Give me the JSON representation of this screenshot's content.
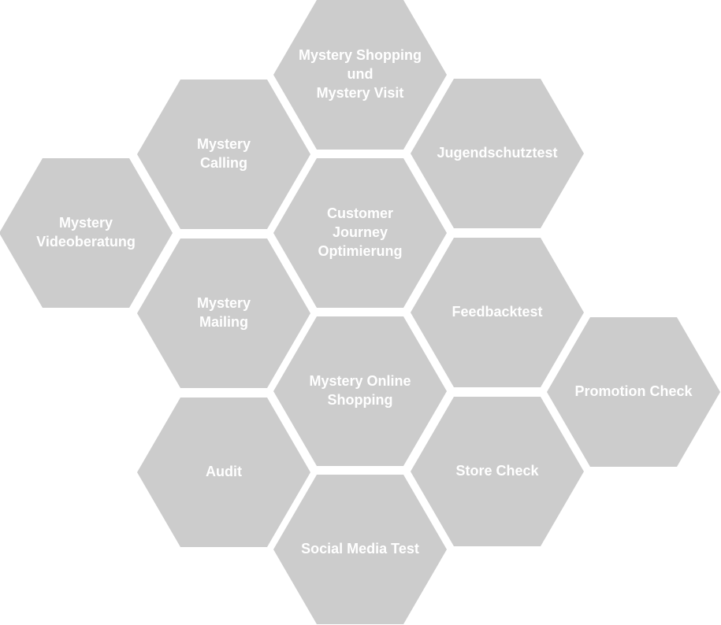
{
  "diagram": {
    "hex_fill": "#cccccc",
    "label_color": "#ffffff",
    "background": "#ffffff",
    "hexagons": [
      {
        "id": "mystery-shopping-visit",
        "lines": [
          "Mystery Shopping",
          "und",
          "Mystery Visit"
        ]
      },
      {
        "id": "mystery-calling",
        "lines": [
          "Mystery",
          "Calling"
        ]
      },
      {
        "id": "jugendschutztest",
        "lines": [
          "Jugendschutztest"
        ]
      },
      {
        "id": "mystery-videoberatung",
        "lines": [
          "Mystery",
          "Videoberatung"
        ]
      },
      {
        "id": "customer-journey-optimierung",
        "lines": [
          "Customer",
          "Journey",
          "Optimierung"
        ]
      },
      {
        "id": "mystery-mailing",
        "lines": [
          "Mystery",
          "Mailing"
        ]
      },
      {
        "id": "feedbacktest",
        "lines": [
          "Feedbacktest"
        ]
      },
      {
        "id": "mystery-online-shopping",
        "lines": [
          "Mystery Online",
          "Shopping"
        ]
      },
      {
        "id": "promotion-check",
        "lines": [
          "Promotion Check"
        ]
      },
      {
        "id": "audit",
        "lines": [
          "Audit"
        ]
      },
      {
        "id": "store-check",
        "lines": [
          "Store Check"
        ]
      },
      {
        "id": "social-media-test",
        "lines": [
          "Social Media Test"
        ]
      }
    ]
  }
}
